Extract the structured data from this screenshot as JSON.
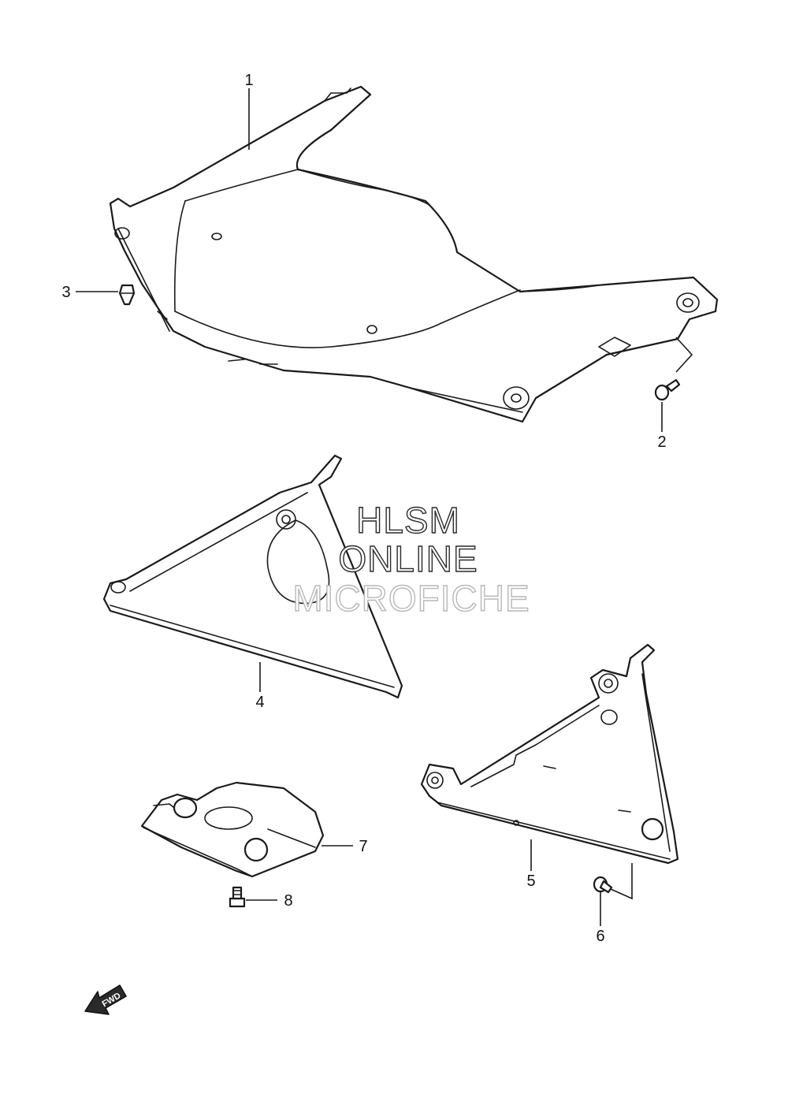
{
  "diagram": {
    "callouts": [
      "1",
      "2",
      "3",
      "4",
      "5",
      "6",
      "7",
      "8"
    ],
    "direction_badge": "FWD"
  },
  "watermark": {
    "line1": "HLSM",
    "line2": "ONLINE",
    "line3": "MICROFICHE"
  }
}
